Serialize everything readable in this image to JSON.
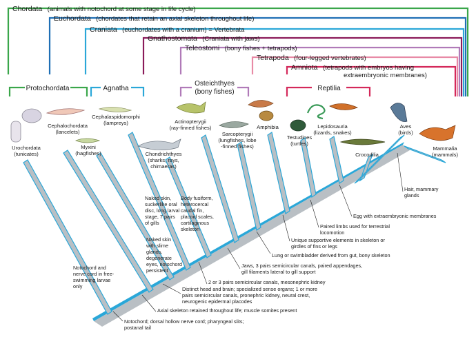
{
  "clades": [
    {
      "id": "chordata",
      "name": "Chordata",
      "desc": "(animals with notochord at some stage in life cycle)",
      "color": "#3aa64a"
    },
    {
      "id": "euchordata",
      "name": "Euchordata",
      "desc": "(chordates that retain an axial skeleton throughout life)",
      "color": "#1f6fb5"
    },
    {
      "id": "craniata",
      "name": "Craniata",
      "desc": "(euchordates with a cranium) = Vertebrata",
      "color": "#2aa7d8"
    },
    {
      "id": "gnathostomata",
      "name": "Gnathostomata",
      "desc": "(Craniata with jaws)",
      "color": "#8a1a5a"
    },
    {
      "id": "teleostomi",
      "name": "Teleostomi",
      "desc": "(bony fishes + tetrapods)",
      "color": "#b07ab8"
    },
    {
      "id": "tetrapoda",
      "name": "Tetrapoda",
      "desc": "(four-legged vertebrates)",
      "color": "#e88aa6"
    },
    {
      "id": "amniota",
      "name": "Amniota",
      "desc": "(tetrapods with embryos having extraembryonic membranes)",
      "desc2": "extraembryonic membranes)",
      "desc1": "(tetrapods with embryos having",
      "color": "#d4285a"
    }
  ],
  "groups": [
    {
      "id": "protochordata",
      "label": "Protochordata",
      "color": "#3aa64a"
    },
    {
      "id": "agnatha",
      "label": "Agnatha",
      "color": "#2aa7d8"
    },
    {
      "id": "osteichthyes",
      "label": "Osteichthyes",
      "label2": "(bony fishes)",
      "color": "#b07ab8"
    },
    {
      "id": "reptilia",
      "label": "Reptilia",
      "color": "#d4285a"
    }
  ],
  "taxa": [
    {
      "id": "urochordata",
      "name": "Urochordata",
      "common": "(tunicates)"
    },
    {
      "id": "cephalochordata",
      "name": "Cephalochordata",
      "common": "(lancelets)"
    },
    {
      "id": "myxini",
      "name": "Myxini",
      "common": "(hagfishes)"
    },
    {
      "id": "cephalaspidomorphi",
      "name": "Cephalaspidomorphi",
      "common": "(lampreys)"
    },
    {
      "id": "chondrichthyes",
      "name": "Chondrichthyes",
      "common": "(sharks, rays,",
      "common2": "chimaeras)"
    },
    {
      "id": "actinopterygii",
      "name": "Actinopterygii",
      "common": "(ray-finned fishes)"
    },
    {
      "id": "sarcopterygii",
      "name": "Sarcopterygii",
      "common": "(lungfishes, lobe",
      "common2": "-finned fishes)"
    },
    {
      "id": "amphibia",
      "name": "Amphibia",
      "common": ""
    },
    {
      "id": "testudines",
      "name": "Testudines",
      "common": "(turtles)"
    },
    {
      "id": "lepidosauria",
      "name": "Lepidosauria",
      "common": "(lizards, snakes)"
    },
    {
      "id": "crocodilia",
      "name": "Crocodilia",
      "common": ""
    },
    {
      "id": "aves",
      "name": "Aves",
      "common": "(birds)"
    },
    {
      "id": "mammalia",
      "name": "Mammalia",
      "common": "(mammals)"
    }
  ],
  "characters": {
    "notochord": [
      "Notochord; dorsal hollow nerve cord; pharyngeal slits;",
      "postanal tail"
    ],
    "axial": [
      "Axial skeleton retained throughout life; muscle somites present"
    ],
    "head": [
      "Distinct head and brain; specialized sense organs; 1 or more",
      "pairs semicircular canals, pronephric kidney, neural crest,",
      "neurogenic epidermal placodes"
    ],
    "canals": [
      "2 or 3 pairs semicircular canals, mesonephric kidney"
    ],
    "jaws": [
      "Jaws, 3 pairs semicircular canals, paired appendages,",
      "gill filaments lateral to gill support"
    ],
    "lung": [
      "Lung or swimbladder derived from gut, bony skeleton"
    ],
    "unique": [
      "Unique supportive elements in skeleton or",
      "girdles of fins or legs"
    ],
    "limbs": [
      "Paired limbs used for terrestrial",
      "locomotion"
    ],
    "egg": [
      "Egg with extraembryonic membranes"
    ],
    "hair": [
      "Hair, mammary",
      "glands"
    ],
    "uro_note": [
      "Notochord and",
      "nerve cord in free-",
      "swimming larvae",
      "only"
    ],
    "myx_note": [
      "Naked skin",
      "with slime",
      "glands,",
      "degenerate",
      "eyes, notochord",
      "persistent"
    ],
    "lamprey_note": [
      "Naked skin,",
      "suckerlike oral",
      "disc, long larval",
      "stage, 7 pairs",
      "of gills"
    ],
    "chon_note": [
      "Body fusiform,",
      "heterocercal",
      "caudal fin,",
      "placoid scales,",
      "cartilaginous",
      "skeleton"
    ]
  }
}
